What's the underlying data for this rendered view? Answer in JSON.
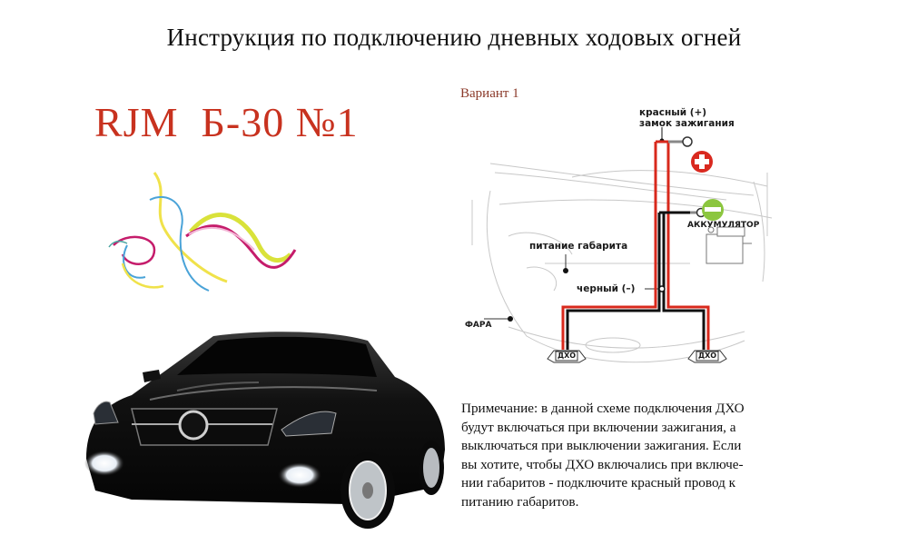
{
  "page": {
    "title": "Инструкция по подключению дневных ходовых огней",
    "brand": "RJM  Б-30 №1",
    "variant": "Вариант 1",
    "colors": {
      "brand_red": "#c8321f",
      "wire_red": "#d8291c",
      "wire_black": "#111111",
      "plus_badge": "#d9291f",
      "minus_badge": "#8cc63f"
    }
  },
  "diagram": {
    "labels": {
      "red_wire": "красный (+)",
      "ignition": "замок зажигания",
      "battery": "АККУМУЛЯТОР",
      "parking_power": "питание габарита",
      "black_wire": "черный (–)",
      "headlight": "ФАРА",
      "drl_left": "ДХО",
      "drl_right": "ДХО"
    },
    "icons": {
      "plus": "plus-terminal-icon",
      "minus": "minus-terminal-icon"
    }
  },
  "note": {
    "lines": [
      "Примечание: в данной схеме подключения ДХО",
      "будут включаться при включении зажигания, а",
      "выключаться при выключении зажигания. Если",
      "вы хотите, чтобы ДХО включались при включе-",
      "нии габаритов - подключите красный провод к",
      "питанию габаритов."
    ]
  }
}
